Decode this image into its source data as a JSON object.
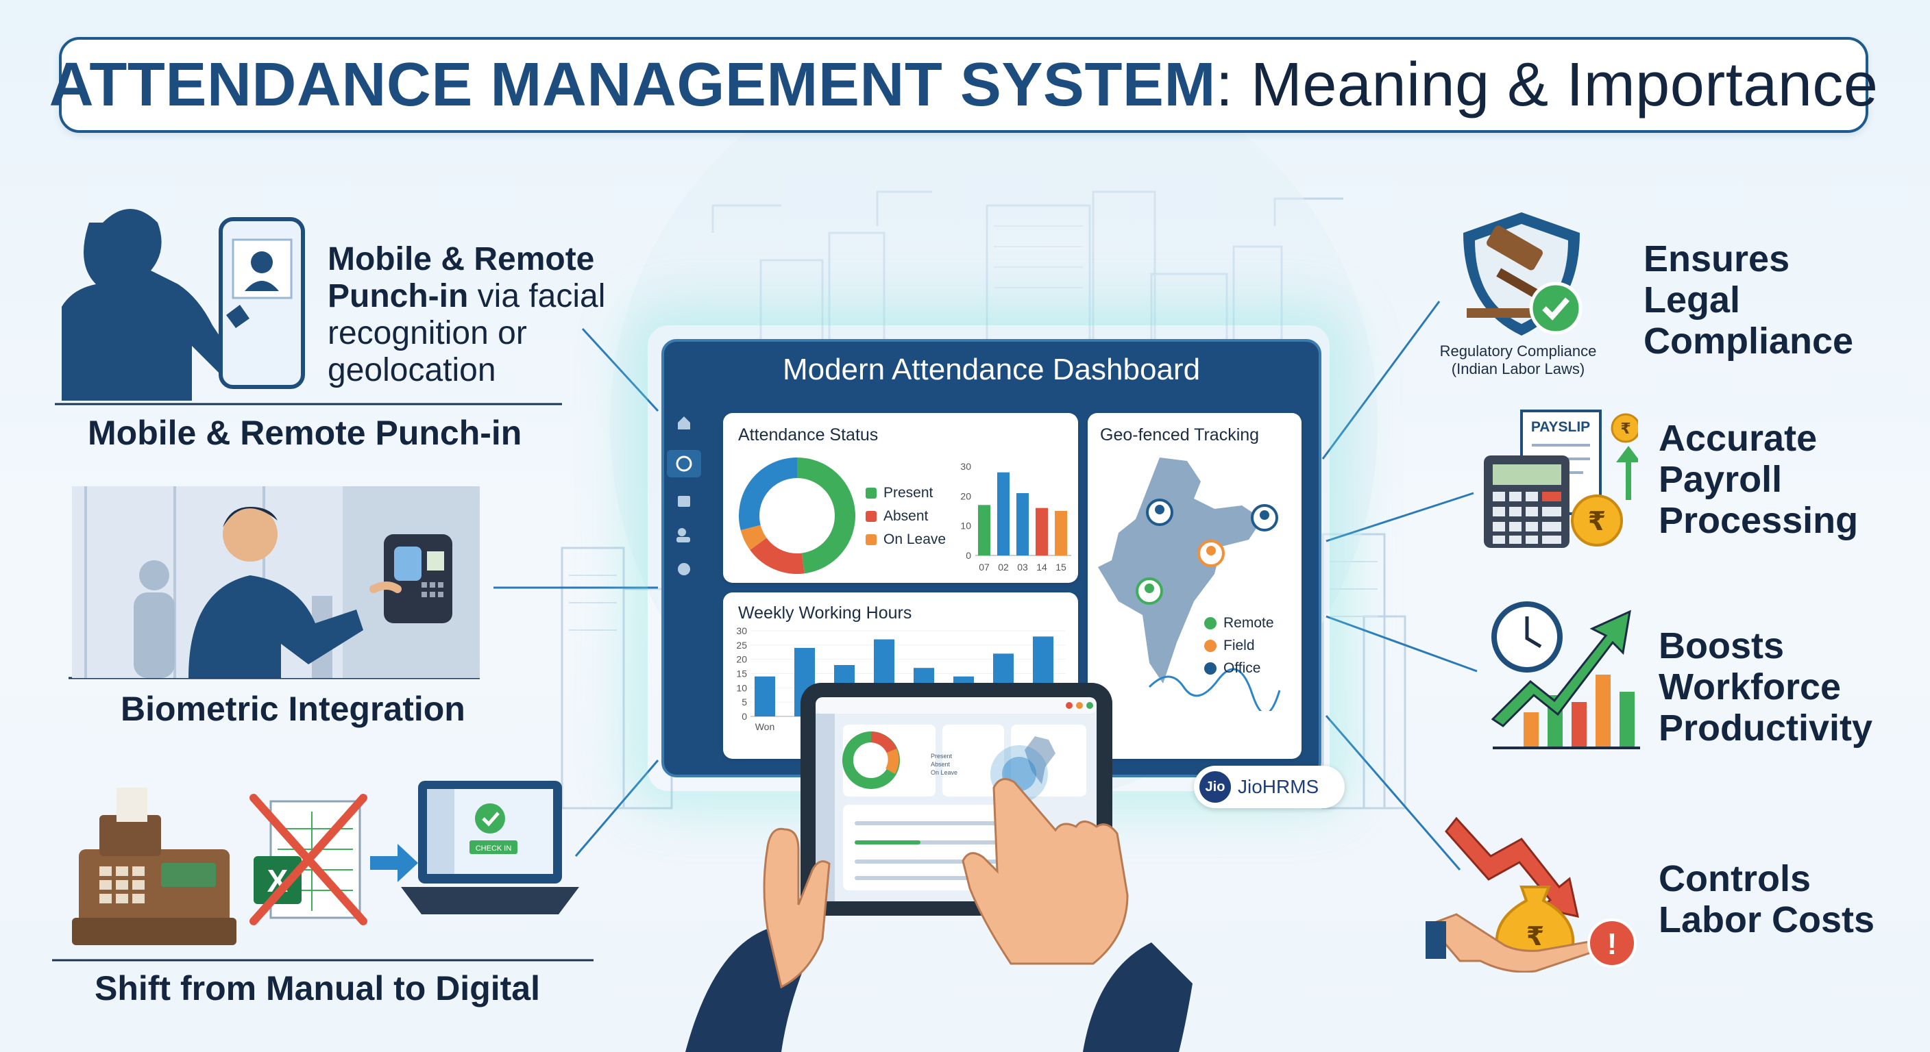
{
  "title": {
    "bold": "ATTENDANCE MANAGEMENT SYSTEM",
    "rest": ": Meaning & Importance"
  },
  "left": {
    "mobile": {
      "bold": "Mobile & Remote Punch-in",
      "rest": " via facial recognition or geolocation",
      "caption": "Mobile & Remote Punch-in"
    },
    "biometric": {
      "caption": "Biometric Integration"
    },
    "manual": {
      "caption": "Shift from Manual to Digital",
      "laptop_badge": "CHECK IN",
      "excel_letter": "X"
    }
  },
  "dashboard": {
    "title": "Modern Attendance Dashboard",
    "attendance_status": {
      "title": "Attendance Status",
      "legend": [
        "Present",
        "Absent",
        "On Leave"
      ],
      "colors": [
        "#3fae5a",
        "#e0533f",
        "#f0913a",
        "#2b86c9"
      ]
    },
    "geo": {
      "title": "Geo-fenced Tracking",
      "legend": [
        "Remote",
        "Field",
        "Office"
      ],
      "colors": [
        "#3fae5a",
        "#f0913a",
        "#1f5a8d"
      ]
    },
    "weekly": {
      "title": "Weekly Working Hours"
    },
    "tablet_legend": [
      "Present",
      "Absent",
      "On Leave"
    ],
    "brand": {
      "mark": "Jio",
      "name": "JioHRMS"
    }
  },
  "chart_data": [
    {
      "type": "pie",
      "title": "Attendance Status",
      "categories": [
        "Present",
        "Absent",
        "On Leave",
        ""
      ],
      "values": [
        48,
        17,
        6,
        29
      ]
    },
    {
      "type": "bar",
      "categories": [
        "07",
        "02",
        "03",
        "14",
        "15"
      ],
      "ylim": [
        0,
        30
      ],
      "yticks": [
        0,
        10,
        20,
        30
      ],
      "series": [
        {
          "values": [
            17,
            28,
            21,
            16,
            15
          ]
        }
      ],
      "colors": [
        "#3fae5a",
        "#2b86c9",
        "#2b86c9",
        "#e0533f",
        "#f0913a"
      ]
    },
    {
      "type": "bar",
      "title": "Weekly Working Hours",
      "categories": [
        "Won",
        "",
        "",
        "",
        "",
        "",
        "",
        ""
      ],
      "ylim": [
        0,
        30
      ],
      "yticks": [
        0,
        5,
        10,
        15,
        20,
        25,
        30
      ],
      "series": [
        {
          "values": [
            14,
            24,
            18,
            27,
            17,
            14,
            22,
            28
          ]
        }
      ]
    }
  ],
  "right": {
    "legal": {
      "title": "Ensures Legal Compliance",
      "sub": "Regulatory Compliance (Indian Labor Laws)"
    },
    "payroll": {
      "title": "Accurate Payroll Processing",
      "payslip": "PAYSLIP",
      "rupee": "₹"
    },
    "productivity": {
      "title": "Boosts Workforce Productivity"
    },
    "costs": {
      "title": "Controls Labor Costs",
      "rupee": "₹",
      "alert": "!"
    }
  },
  "accent_colors": {
    "navy": "#1d4d7e",
    "blue": "#2b86c9",
    "green": "#3fae5a",
    "red": "#e0533f",
    "orange": "#f0913a",
    "gold": "#f5b323"
  }
}
